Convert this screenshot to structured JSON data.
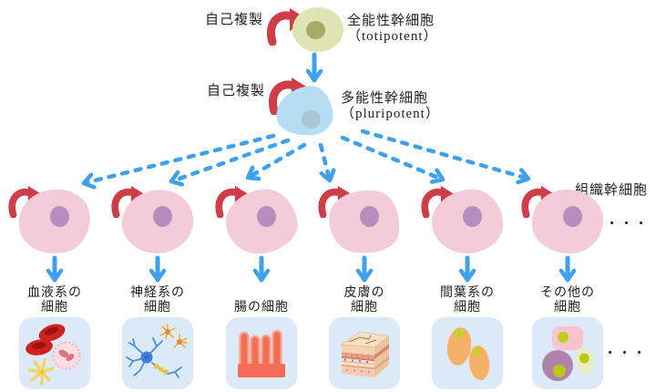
{
  "diagram": {
    "totipotent": {
      "self_renewal_label": "自己複製",
      "name": "全能性幹細胞",
      "name_en": "（totipotent）"
    },
    "pluripotent": {
      "self_renewal_label": "自己複製",
      "name": "多能性幹細胞",
      "name_en": "（pluripotent）"
    },
    "tissue_stem_cell_label": "組織幹細胞",
    "tissue_ellipsis": "・・・",
    "bottom_ellipsis": "・・・",
    "columns": [
      {
        "line1": "血液系の",
        "line2": "細胞",
        "illustration": "blood-cells"
      },
      {
        "line1": "神経系の",
        "line2": "細胞",
        "illustration": "nerve-cells"
      },
      {
        "line1": "腸の細胞",
        "line2": "",
        "illustration": "intestinal-villi"
      },
      {
        "line1": "皮膚の",
        "line2": "細胞",
        "illustration": "skin-layers"
      },
      {
        "line1": "間葉系の",
        "line2": "細胞",
        "illustration": "mesenchymal-cells"
      },
      {
        "line1": "その他の",
        "line2": "細胞",
        "illustration": "other-cells"
      }
    ],
    "colors": {
      "arrow_blue": "#3fa0ee",
      "arrow_red": "#cd3e48",
      "totipotent_body": "#dfe5b2",
      "totipotent_nucleus": "#a8ab67",
      "pluripotent_body": "#b7ddf3",
      "pluripotent_nucleus": "#a9c5d6",
      "tissue_body": "#f4cbd8",
      "tissue_nucleus": "#b78dbf",
      "box_background": "#dceaf8",
      "text": "#222222"
    }
  }
}
